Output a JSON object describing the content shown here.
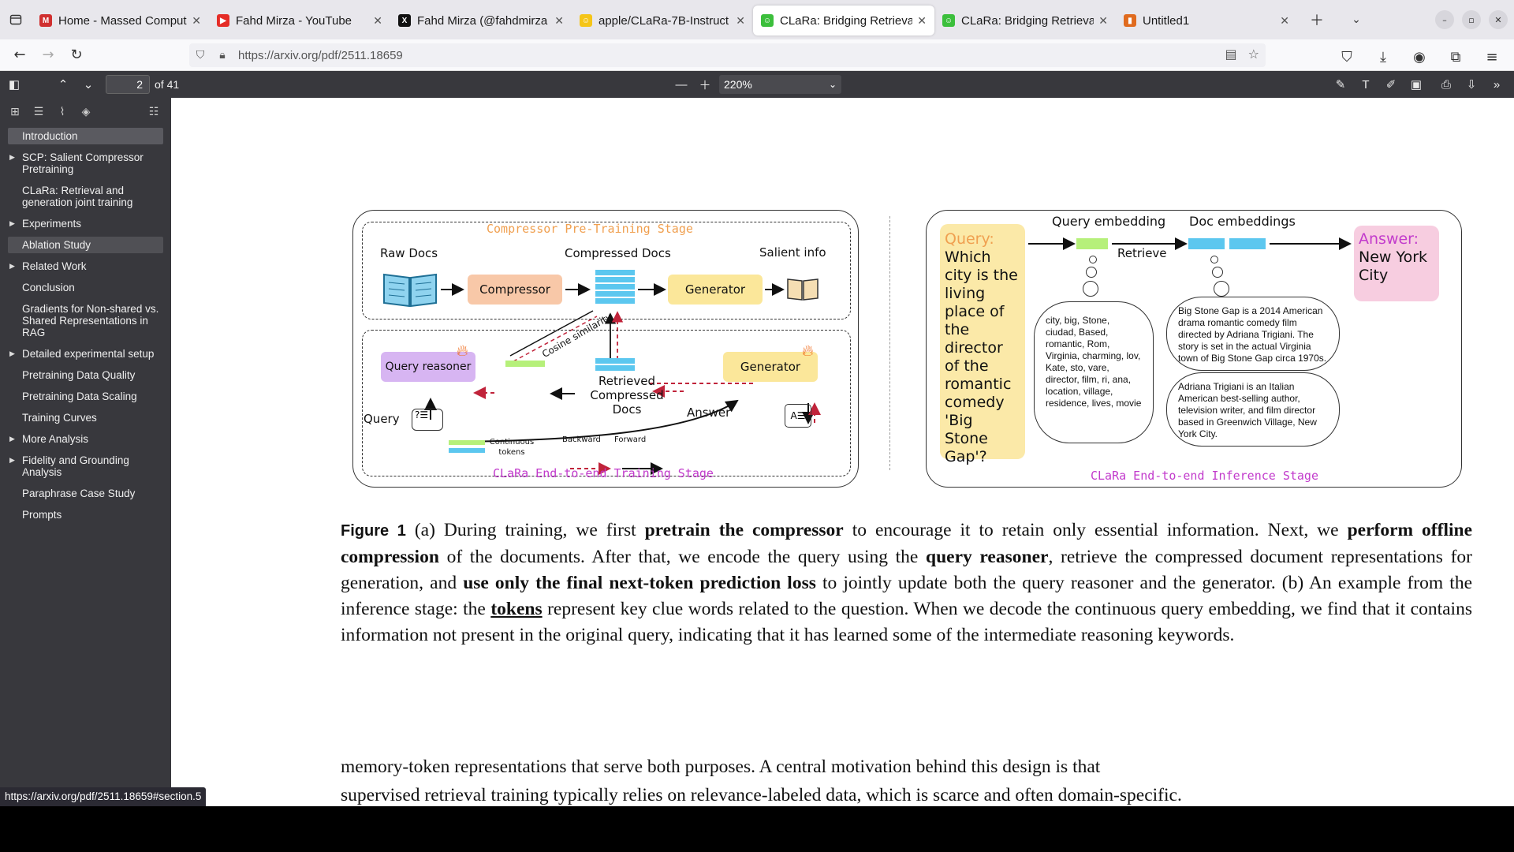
{
  "tabs": [
    {
      "title": "Home - Massed Compute",
      "color": "#d03030",
      "icon": "M"
    },
    {
      "title": "Fahd Mirza - YouTube",
      "color": "#e52d27",
      "icon": "▶"
    },
    {
      "title": "Fahd Mirza (@fahdmirza",
      "color": "#111111",
      "icon": "X"
    },
    {
      "title": "apple/CLaRa-7B-Instruct",
      "color": "#f5c518",
      "icon": "☺"
    },
    {
      "title": "CLaRa: Bridging Retrieva",
      "color": "#3cbf3c",
      "icon": "☺"
    },
    {
      "title": "CLaRa: Bridging Retrieva",
      "color": "#3cbf3c",
      "icon": "☺"
    },
    {
      "title": "Untitled1",
      "color": "#e06b1f",
      "icon": "▮"
    }
  ],
  "url": "https://arxiv.org/pdf/2511.18659",
  "pdf": {
    "page": "2",
    "page_count": "of 41",
    "zoom": "220%"
  },
  "outline": [
    {
      "label": "Introduction",
      "twisty": false,
      "selected": true
    },
    {
      "label": "SCP: Salient Compressor Pretraining",
      "twisty": true
    },
    {
      "label": "CLaRa: Retrieval and generation joint training",
      "twisty": false
    },
    {
      "label": "Experiments",
      "twisty": true
    },
    {
      "label": "Ablation Study",
      "twisty": false,
      "highlight": true
    },
    {
      "label": "Related Work",
      "twisty": true
    },
    {
      "label": "Conclusion",
      "twisty": false
    },
    {
      "label": "Gradients for Non-shared vs. Shared Representations in RAG",
      "twisty": false
    },
    {
      "label": "Detailed experimental setup",
      "twisty": true
    },
    {
      "label": "Pretraining Data Quality",
      "twisty": false
    },
    {
      "label": "Pretraining Data Scaling",
      "twisty": false
    },
    {
      "label": "Training Curves",
      "twisty": false
    },
    {
      "label": "More Analysis",
      "twisty": true
    },
    {
      "label": "Fidelity and Grounding Analysis",
      "twisty": true
    },
    {
      "label": "Paraphrase Case Study",
      "twisty": false
    },
    {
      "label": "Prompts",
      "twisty": false
    }
  ],
  "figure": {
    "left": {
      "pretrain_stage": "Compressor Pre-Training Stage",
      "raw_docs": "Raw Docs",
      "compressed_docs": "Compressed Docs",
      "salient_info": "Salient info",
      "compressor": "Compressor",
      "generator": "Generator",
      "query_reasoner": "Query reasoner",
      "cosine": "Cosine similarity",
      "retrieved": "Retrieved Compressed Docs",
      "generator2": "Generator",
      "query": "Query",
      "answer": "Answer",
      "continuous_tokens": "Continuous tokens",
      "backward": "Backward",
      "forward": "Forward",
      "train_stage": "CLaRa End-to-end Training Stage"
    },
    "right": {
      "query_label": "Query:",
      "query_text": "Which city is the living place of the director of the romantic comedy 'Big Stone Gap'?",
      "query_embedding": "Query embedding",
      "doc_embeddings": "Doc embeddings",
      "retrieve": "Retrieve",
      "answer_label": "Answer:",
      "answer_text": "New York City",
      "tokens_cloud": "city, big, Stone, ciudad, Based, romantic, Rom, Virginia, charming, lov, Kate, sto, vare, director, film, ri, ana, location, village, residence, lives, movie",
      "doc1": "Big Stone Gap is a 2014 American drama romantic comedy film directed by Adriana Trigiani. The story is set in the actual Virginia town of Big Stone Gap circa 1970s.",
      "doc2": "Adriana Trigiani is an Italian American best-selling author, television writer, and film director based in Greenwich Village, New York City.",
      "inference_stage": "CLaRa End-to-end Inference Stage"
    }
  },
  "caption": {
    "label": "Figure 1",
    "t1": " (a) During training, we first ",
    "b1": "pretrain the compressor",
    "t2": " to encourage it to retain only essential information. Next, we ",
    "b2": "perform offline compression",
    "t3": " of the documents. After that, we encode the query using the ",
    "b3": "query reasoner",
    "t4": ", retrieve the compressed document representations for generation, and ",
    "b4": "use only the final next-token prediction loss",
    "t5": " to jointly update both the query reasoner and the generator. (b) An example from the inference stage: the ",
    "u1": "tokens",
    "t6": " represent key clue words related to the question. When we decode the continuous query embedding, we find that it contains information not present in the original query, indicating that it has learned some of the intermediate reasoning keywords."
  },
  "body": {
    "line1": "memory-token representations that serve both purposes. A central motivation behind this design is that",
    "line2": "supervised retrieval training typically relies on relevance-labeled data, which is scarce and often domain-specific."
  },
  "status_url": "https://arxiv.org/pdf/2511.18659#section.5",
  "colors": {
    "accent_magenta": "#c23bcc",
    "compressor_box": "#f8c8a8",
    "generator_box": "#fbe79a",
    "query_box": "#d7b5f2",
    "stack_blue": "#5cc7ef",
    "query_panel": "#fbe9a8",
    "answer_panel": "#f7cde0"
  }
}
